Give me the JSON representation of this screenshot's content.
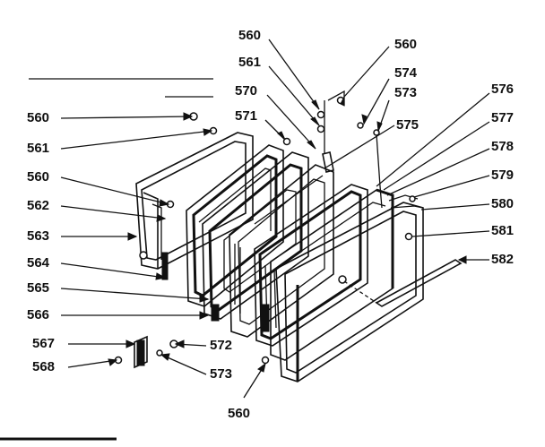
{
  "callouts": {
    "c560_top": "560",
    "c560_topright": "560",
    "c561_top": "561",
    "c570": "570",
    "c571": "571",
    "c574": "574",
    "c573_top": "573",
    "c575": "575",
    "c576": "576",
    "c577": "577",
    "c578": "578",
    "c579": "579",
    "c580": "580",
    "c581": "581",
    "c582": "582",
    "c560_left": "560",
    "c561_left": "561",
    "c560_mid": "560",
    "c562": "562",
    "c563": "563",
    "c564": "564",
    "c565": "565",
    "c566": "566",
    "c567": "567",
    "c568": "568",
    "c572": "572",
    "c573_bottom": "573",
    "c560_bottom": "560"
  }
}
